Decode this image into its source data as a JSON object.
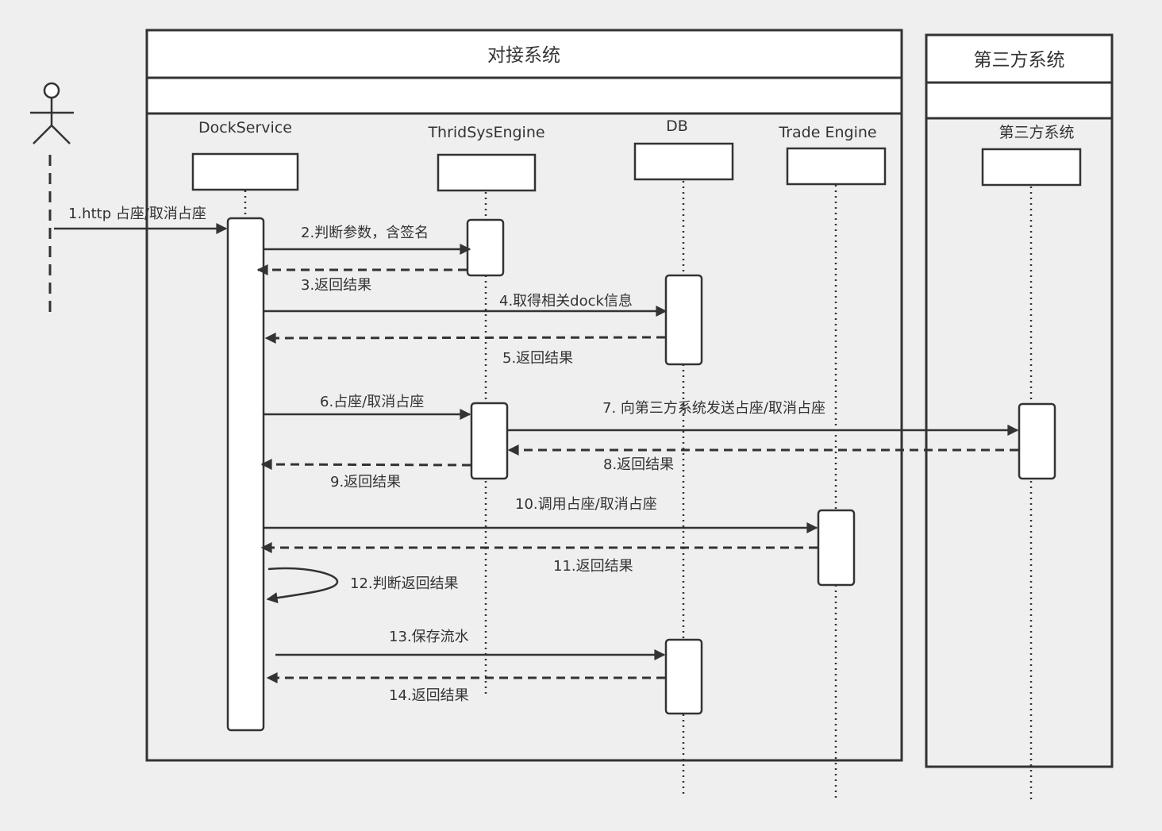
{
  "pools": {
    "left_title": "对接系统",
    "right_title": "第三方系统"
  },
  "participants": {
    "dock": "DockService",
    "engine": "ThridSysEngine",
    "db": "DB",
    "trade": "Trade Engine",
    "third": "第三方系统"
  },
  "messages": {
    "m1": "1.http 占座/取消占座",
    "m2": "2.判断参数，含签名",
    "m3": "3.返回结果",
    "m4": "4.取得相关dock信息",
    "m5": "5.返回结果",
    "m6": "6.占座/取消占座",
    "m7": "7. 向第三方系统发送占座/取消占座",
    "m8": "8.返回结果",
    "m9": "9.返回结果",
    "m10": "10.调用占座/取消占座",
    "m11": "11.返回结果",
    "m12": "12.判断返回结果",
    "m13": "13.保存流水",
    "m14": "14.返回结果"
  }
}
